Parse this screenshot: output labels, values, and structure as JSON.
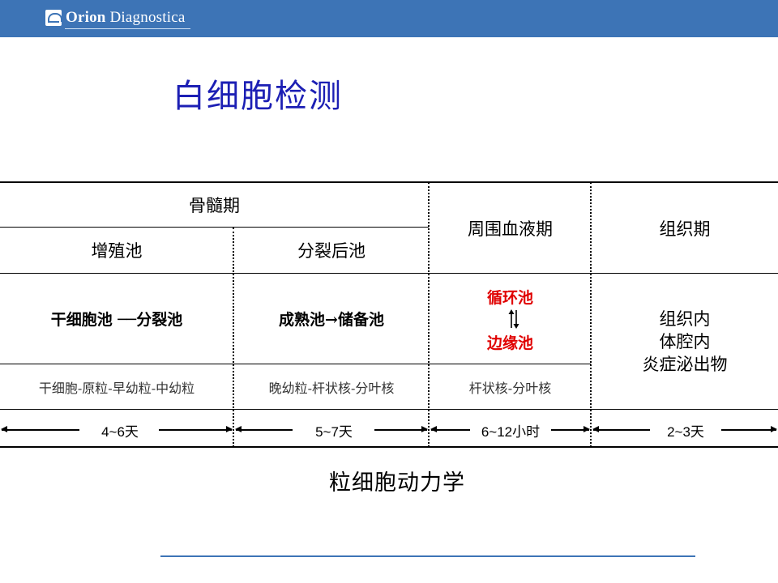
{
  "header": {
    "brand_bold": "Orion",
    "brand_rest": " Diagnostica"
  },
  "title": "白细胞检测",
  "table": {
    "marrow_phase": "骨髓期",
    "proliferation_pool": "增殖池",
    "post_mitotic_pool": "分裂后池",
    "blood_phase": "周围血液期",
    "tissue_phase": "组织期",
    "stem_to_mitotic": "干细胞池 ──分裂池",
    "mature_to_storage": "成熟池→储备池",
    "circulating_pool": "循环池",
    "marginal_pool": "边缘池",
    "tissue_sites": [
      "组织内",
      "体腔内",
      "炎症泌出物"
    ],
    "cells_proliferation": "干细胞-原粒-早幼粒-中幼粒",
    "cells_post_mitotic": "晚幼粒-杆状核-分叶核",
    "cells_blood": "杆状核-分叶核"
  },
  "durations": [
    "4~6天",
    "5~7天",
    "6~12小时",
    "2~3天"
  ],
  "caption": "粒细胞动力学",
  "colors": {
    "header_blue": "#3d74b6",
    "title_blue": "#1c1fb4",
    "pool_red": "#e00000"
  }
}
